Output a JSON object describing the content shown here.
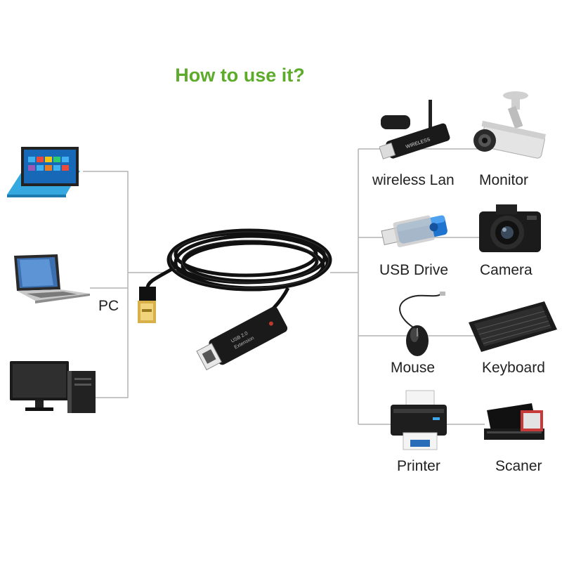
{
  "title": "How to use it?",
  "colors": {
    "title": "#5cab2a",
    "lines": "#b4b4b4",
    "cable": "#111111"
  },
  "left_group": {
    "label": "PC",
    "devices": [
      "tablet-icon",
      "laptop-icon",
      "desktop-computer-icon"
    ]
  },
  "right_devices": [
    {
      "label": "wireless Lan",
      "icon": "wireless-lan-adapter-icon"
    },
    {
      "label": "Monitor",
      "icon": "security-camera-icon"
    },
    {
      "label": "USB Drive",
      "icon": "usb-drive-icon"
    },
    {
      "label": "Camera",
      "icon": "camera-icon"
    },
    {
      "label": "Mouse",
      "icon": "mouse-icon"
    },
    {
      "label": "Keyboard",
      "icon": "keyboard-icon"
    },
    {
      "label": "Printer",
      "icon": "printer-icon"
    },
    {
      "label": "Scaner",
      "icon": "scanner-icon"
    }
  ],
  "cable": {
    "icon": "usb-extension-cable-icon",
    "label_lines": [
      "USB 2.0",
      "Extension"
    ]
  }
}
